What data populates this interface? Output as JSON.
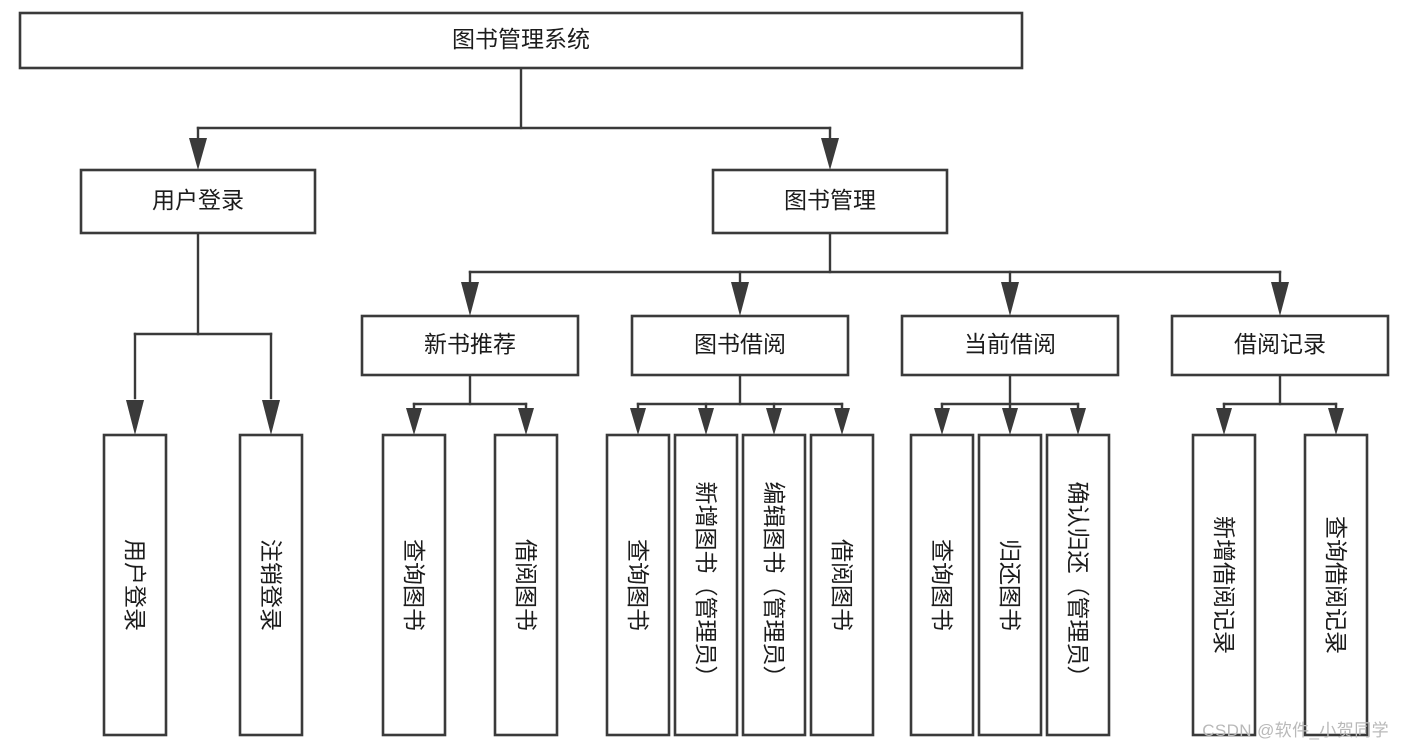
{
  "diagram": {
    "type": "tree",
    "title": "图书管理系统",
    "orientation": "top-down",
    "watermark": "CSDN @软件_小贺同学",
    "colors": {
      "stroke": "#3a3a3a",
      "box_fill": "#ffffff",
      "text": "#1c1c1c",
      "background": "#ffffff",
      "watermark": "#b9b9b9"
    },
    "root": {
      "id": "root",
      "label": "图书管理系统"
    },
    "level2": [
      {
        "id": "user-login",
        "label": "用户登录"
      },
      {
        "id": "book-manage",
        "label": "图书管理"
      }
    ],
    "level3": [
      {
        "id": "new-book-recommend",
        "label": "新书推荐",
        "parent": "book-manage"
      },
      {
        "id": "book-borrow",
        "label": "图书借阅",
        "parent": "book-manage"
      },
      {
        "id": "current-borrow",
        "label": "当前借阅",
        "parent": "book-manage"
      },
      {
        "id": "borrow-record",
        "label": "借阅记录",
        "parent": "book-manage"
      }
    ],
    "leaves": [
      {
        "id": "leaf-user-login",
        "label": "用户登录",
        "parent": "user-login"
      },
      {
        "id": "leaf-logout-login",
        "label": "注销登录",
        "parent": "user-login"
      },
      {
        "id": "leaf-query-book-1",
        "label": "查询图书",
        "parent": "new-book-recommend"
      },
      {
        "id": "leaf-borrow-book-1",
        "label": "借阅图书",
        "parent": "new-book-recommend"
      },
      {
        "id": "leaf-query-book-2",
        "label": "查询图书",
        "parent": "book-borrow"
      },
      {
        "id": "leaf-add-book",
        "label": "新增图书（管理员）",
        "parent": "book-borrow"
      },
      {
        "id": "leaf-edit-book",
        "label": "编辑图书（管理员）",
        "parent": "book-borrow"
      },
      {
        "id": "leaf-borrow-book-2",
        "label": "借阅图书",
        "parent": "book-borrow"
      },
      {
        "id": "leaf-query-book-3",
        "label": "查询图书",
        "parent": "current-borrow"
      },
      {
        "id": "leaf-return-book",
        "label": "归还图书",
        "parent": "current-borrow"
      },
      {
        "id": "leaf-confirm-return",
        "label": "确认归还（管理员）",
        "parent": "current-borrow"
      },
      {
        "id": "leaf-add-record",
        "label": "新增借阅记录",
        "parent": "borrow-record"
      },
      {
        "id": "leaf-query-record",
        "label": "查询借阅记录",
        "parent": "borrow-record"
      }
    ]
  }
}
